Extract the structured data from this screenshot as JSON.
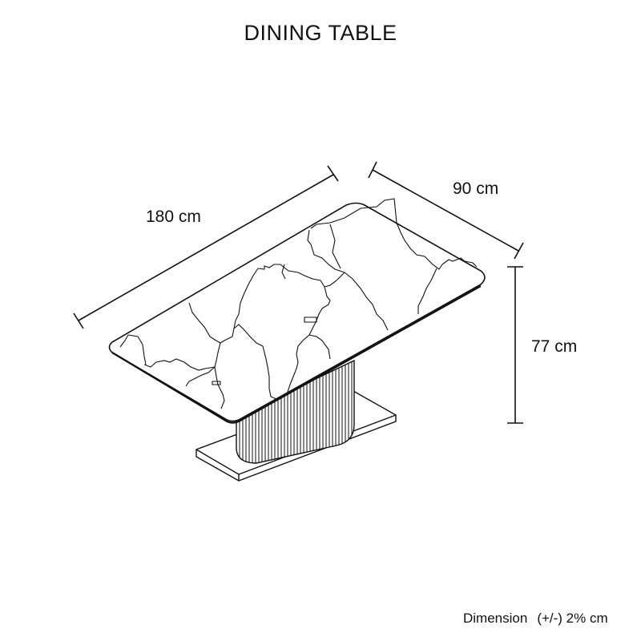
{
  "title": "DINING TABLE",
  "dimensions": {
    "length": "180 cm",
    "width": "90 cm",
    "height": "77 cm"
  },
  "footer": {
    "label": "Dimension",
    "tolerance": "(+/-) 2% cm"
  },
  "drawing": {
    "subject": "isometric line drawing of marble-top dining table with fluted pedestal base on rectangular plinth",
    "stroke_color": "#111111",
    "background": "#ffffff"
  }
}
